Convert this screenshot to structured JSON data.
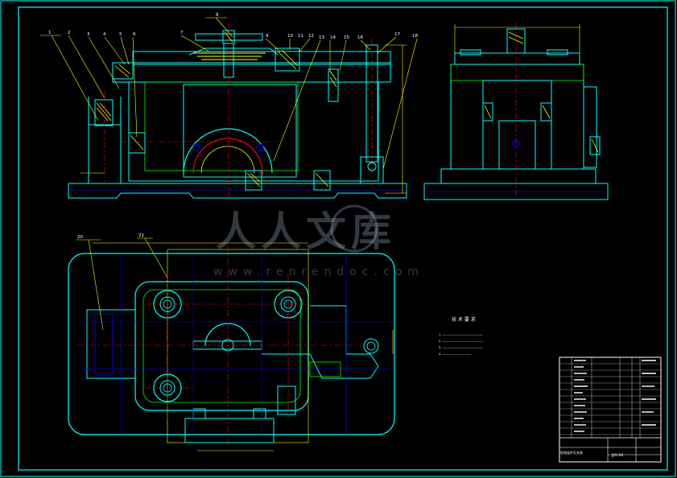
{
  "watermark": {
    "brand": "人人文库",
    "url": "www.renrendoc.com"
  },
  "top_view_callouts": [
    "1",
    "2",
    "3",
    "4",
    "5",
    "6",
    "7",
    "8",
    "9",
    "10",
    "11",
    "12",
    "13",
    "14",
    "15",
    "16",
    "17",
    "18"
  ],
  "plan_view_callouts": [
    "20",
    "21"
  ],
  "tech_requirements": {
    "title": "技 术 要 求",
    "notes": [
      "1. ——————————————",
      "2. ——————————————",
      "3. ——————————————",
      "4. ——————————"
    ]
  },
  "title_block": {
    "name": "钻铰连杆孔夹具",
    "drawing_no": "JJ01-00"
  },
  "colors": {
    "background": "#000000",
    "outline": "#00ffff",
    "centerline": "#ff0000",
    "blue": "#0000ff",
    "section": "#ffff00",
    "green": "#00ff00",
    "white": "#ffffff"
  }
}
